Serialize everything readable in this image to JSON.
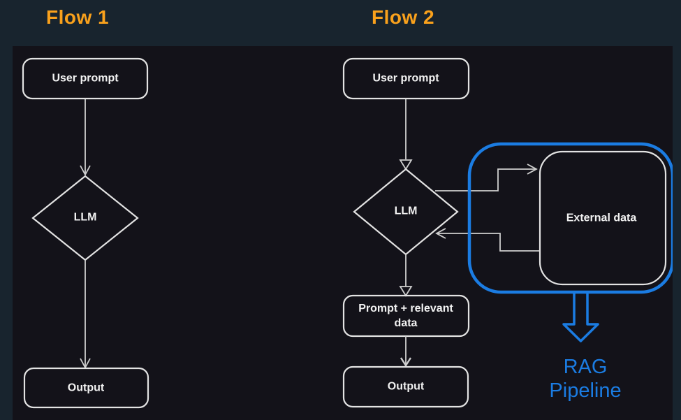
{
  "header": {
    "flow1_title": "Flow 1",
    "flow2_title": "Flow 2"
  },
  "flow1": {
    "user_prompt": "User prompt",
    "llm": "LLM",
    "output": "Output"
  },
  "flow2": {
    "user_prompt": "User prompt",
    "llm": "LLM",
    "prompt_relevant_line1": "Prompt + relevant",
    "prompt_relevant_line2": "data",
    "output": "Output",
    "external_data": "External data",
    "rag_line1": "RAG",
    "rag_line2": "Pipeline"
  },
  "colors": {
    "title_orange": "#f9a11c",
    "accent_blue": "#1b7ce2",
    "node_border": "#e3e3e3",
    "connector": "#cfcfcf",
    "panel_background": "#131219",
    "page_background": "#18242e",
    "label_text": "#f2f2f2"
  }
}
